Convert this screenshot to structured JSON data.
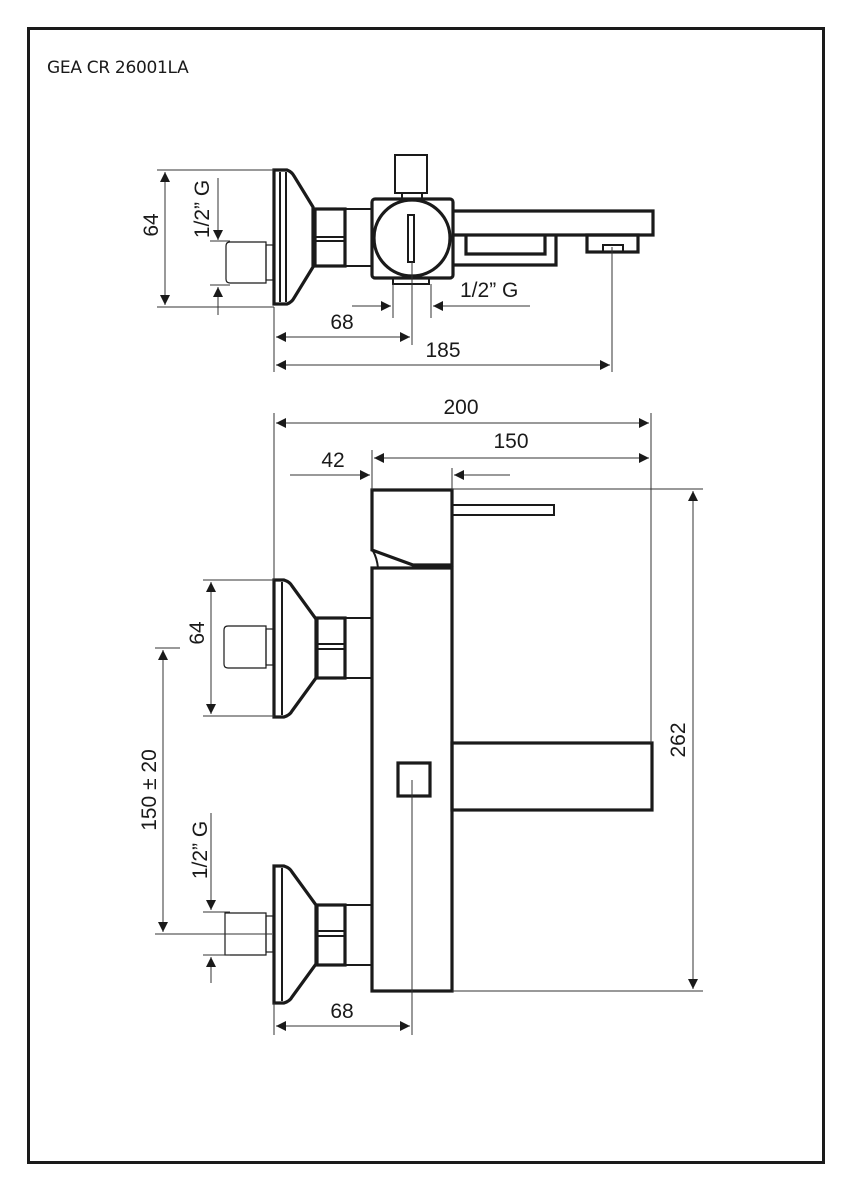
{
  "drawing": {
    "title": "GEA CR 26001LA",
    "top_view": {
      "dim_height": "64",
      "dim_thread": "1/2” G",
      "dim_thread_outlet": "1/2” G",
      "dim_68": "68",
      "dim_185": "185"
    },
    "front_view": {
      "dim_200": "200",
      "dim_150": "150",
      "dim_42": "42",
      "dim_64": "64",
      "dim_150_tol": "150 ± 20",
      "dim_thread": "1/2” G",
      "dim_262": "262",
      "dim_68": "68"
    },
    "line_color": "#1a1a1a",
    "background": "#ffffff"
  }
}
